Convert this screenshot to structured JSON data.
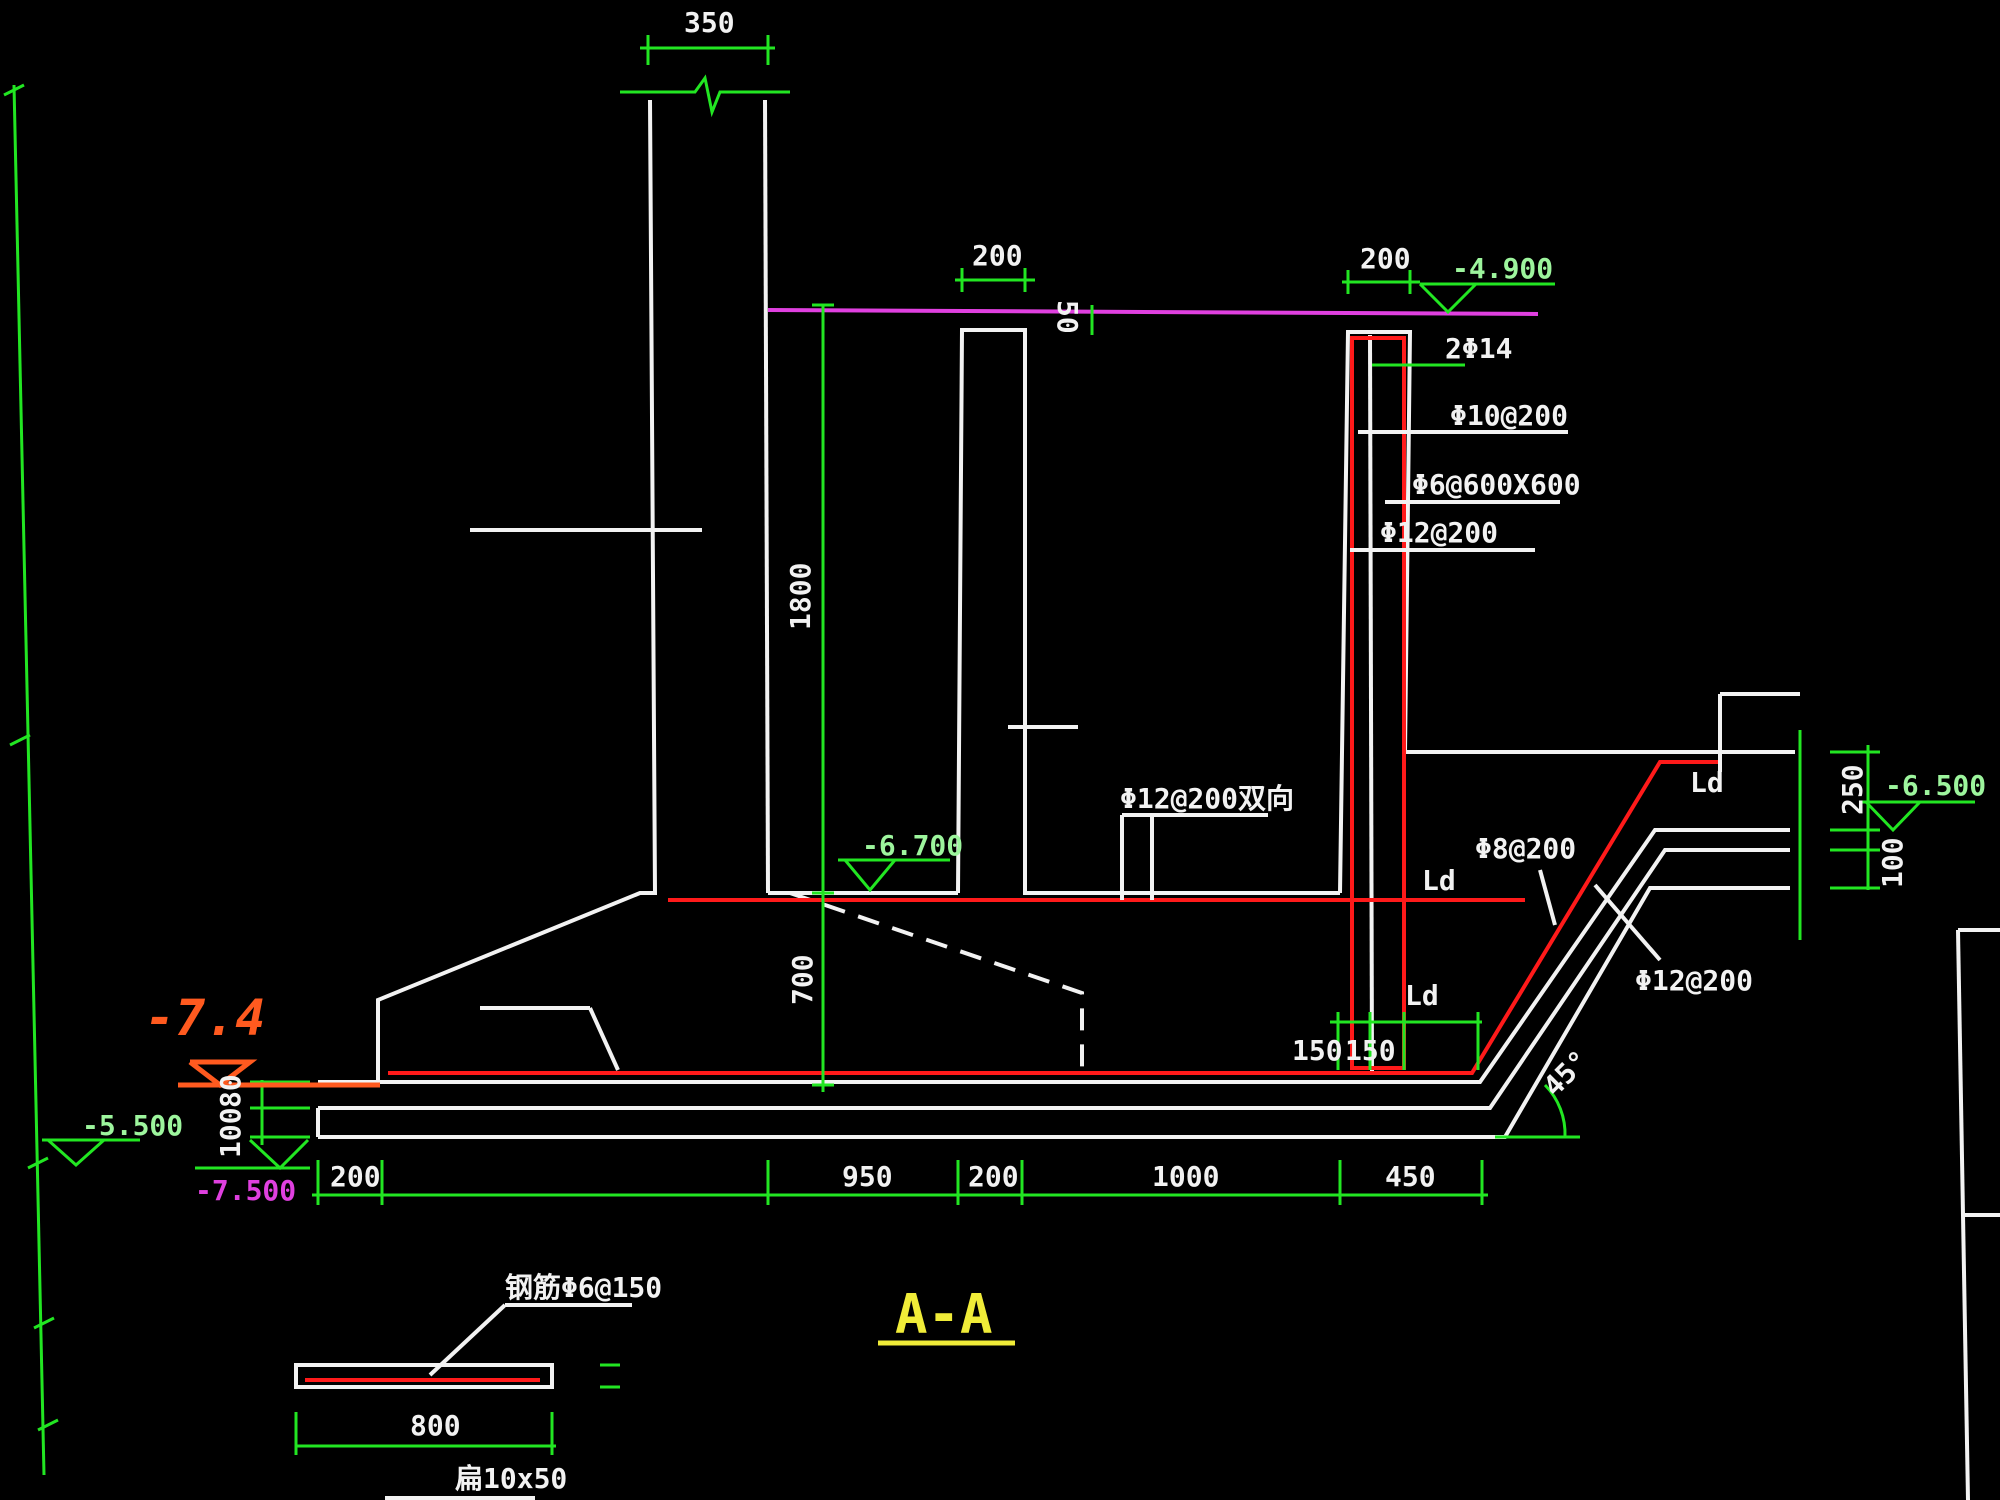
{
  "colors": {
    "background": "#000000",
    "structure_line": "#f2f2f2",
    "dimension_line": "#22e622",
    "rebar_line": "#ff1a1a",
    "magenta_line": "#e040e0",
    "section_title": "#f0ec38",
    "markup": "#ff5a1f"
  },
  "section": {
    "title": "A-A"
  },
  "markup": {
    "elevation_note": "-7.4"
  },
  "dimensions": {
    "wall_top": "350",
    "column_top": "200",
    "right_wall_top": "200",
    "small_50": "50",
    "height_1800": "1800",
    "height_700": "700",
    "height_100": "100",
    "height_250": "250",
    "height_100b": "100",
    "bottom_200": "200",
    "bottom_950": "950",
    "bottom_200b": "200",
    "bottom_1000": "1000",
    "bottom_450": "450",
    "small_150a": "150",
    "small_150b": "150",
    "plate_800": "800",
    "plate_thk": "80",
    "angle": "45°"
  },
  "elevations": {
    "top": "-4.900",
    "slab": "-6.700",
    "left": "-5.500",
    "bottom": "-7.500",
    "right": "-6.500"
  },
  "labels": {
    "rebar_top": "2Φ14",
    "rebar_10": "Φ10@200",
    "rebar_6": "Φ6@600X600",
    "rebar_12": "Φ12@200",
    "rebar_12_dir": "Φ12@200双向",
    "rebar_8": "Φ8@200",
    "rebar_12b": "Φ12@200",
    "lap_1": "Ld",
    "lap_2": "Ld",
    "lap_3": "Ld",
    "strip": "钢筋Φ6@150",
    "plate": "扁10x50"
  }
}
